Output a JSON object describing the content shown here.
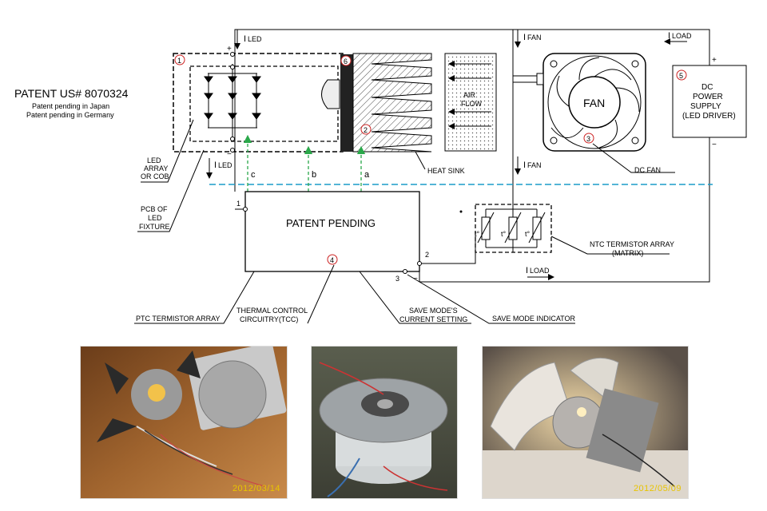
{
  "patent": {
    "number": "PATENT US# 8070324",
    "japan": "Patent pending in Japan",
    "germany": "Patent pending in Germany"
  },
  "labels": {
    "i_led": "LED",
    "i_fan": "FAN",
    "i_load": "LOAD",
    "i_letter": "I",
    "plus": "+",
    "minus": "−",
    "led_array": [
      "LED",
      "ARRAY",
      "OR COB"
    ],
    "pcb": [
      "PCB OF",
      "LED",
      "FIXTURE"
    ],
    "air_flow": [
      "AIR",
      "FLOW"
    ],
    "fan": "FAN",
    "dc_fan": "DC   FAN",
    "heat_sink": "HEAT SINK",
    "power_supply": [
      "DC",
      "POWER",
      "SUPPLY",
      "(LED DRIVER)"
    ],
    "patent_pending": "PATENT PENDING",
    "ntc": [
      "NTC TERMISTOR ARRAY",
      "(MATRIX)"
    ],
    "ptc": "PTC TERMISTOR ARRAY",
    "tcc": [
      "THERMAL CONTROL",
      "CIRCUITRY(TCC)"
    ],
    "save_current": [
      "SAVE MODE'S",
      "CURRENT SETTING"
    ],
    "save_indicator": "SAVE MODE INDICATOR",
    "t_deg": "t°",
    "signal_a": "a",
    "signal_b": "b",
    "signal_c": "c",
    "pin1": "1",
    "pin2": "2",
    "pin3": "3",
    "num1": "1",
    "num2": "2",
    "num3": "3",
    "num4": "4",
    "num5": "5",
    "num6": "6"
  },
  "photos": [
    {
      "date": "2012/03/14"
    },
    {
      "date": ""
    },
    {
      "date": "2012/05/09"
    }
  ],
  "colors": {
    "line": "#000000",
    "signal": "#2aa84a",
    "cyan_dash": "#1a9cc9",
    "number_circle": "#cc2222",
    "stamp": "#e8c400"
  }
}
